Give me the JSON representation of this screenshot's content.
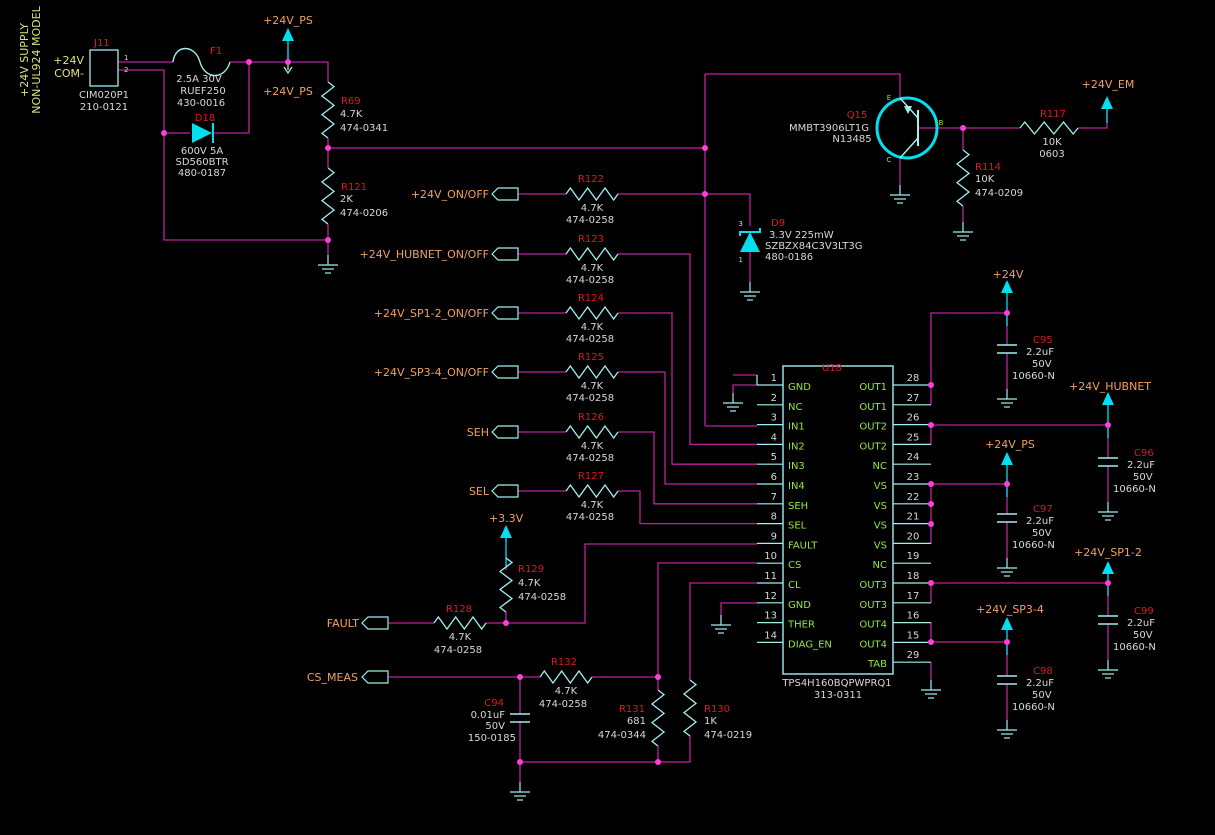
{
  "colors": {
    "background": "#000000",
    "wire": "#c020a0",
    "junction": "#ff40d8",
    "component": "#a0f0f0",
    "ref_label": "#e01818",
    "value_label": "#d8d8d8",
    "net_label": "#f0a060",
    "power_arrow": "#00e0f0",
    "pin_label": "#90e840",
    "side_note": "#e0e080"
  },
  "side_note": {
    "line1": "+24V SUPPLY",
    "line2": "NON-UL924 MODEL"
  },
  "connector": {
    "ref": "J11",
    "pin_label_1": "+24V",
    "pin_label_2": "COM-",
    "pin1": "1",
    "pin2": "2",
    "part": "CIM020P1",
    "code": "210-0121"
  },
  "fuse": {
    "ref": "F1",
    "v1": "2.5A 30V",
    "v2": "RUEF250",
    "v3": "430-0016"
  },
  "diode_d18": {
    "ref": "D18",
    "v1": "600V 5A",
    "v2": "SD560BTR",
    "v3": "480-0187"
  },
  "diode_d9": {
    "ref": "D9",
    "pin3": "3",
    "pin1": "1",
    "v1": "3.3V 225mW",
    "v2": "SZBZX84C3V3LT3G",
    "v3": "480-0186"
  },
  "transistor": {
    "ref": "Q15",
    "v1": "MMBT3906LT1G",
    "v2": "N13485",
    "e": "E",
    "b": "B",
    "c": "C"
  },
  "resistors": [
    {
      "ref": "R69",
      "value": "4.7K",
      "code": "474-0341"
    },
    {
      "ref": "R121",
      "value": "2K",
      "code": "474-0206"
    },
    {
      "ref": "R122",
      "value": "4.7K",
      "code": "474-0258"
    },
    {
      "ref": "R123",
      "value": "4.7K",
      "code": "474-0258"
    },
    {
      "ref": "R124",
      "value": "4.7K",
      "code": "474-0258"
    },
    {
      "ref": "R125",
      "value": "4.7K",
      "code": "474-0258"
    },
    {
      "ref": "R126",
      "value": "4.7K",
      "code": "474-0258"
    },
    {
      "ref": "R127",
      "value": "4.7K",
      "code": "474-0258"
    },
    {
      "ref": "R128",
      "value": "4.7K",
      "code": "474-0258"
    },
    {
      "ref": "R129",
      "value": "4.7K",
      "code": "474-0258"
    },
    {
      "ref": "R132",
      "value": "4.7K",
      "code": "474-0258"
    },
    {
      "ref": "R131",
      "value": "681",
      "code": "474-0344"
    },
    {
      "ref": "R130",
      "value": "1K",
      "code": "474-0219"
    },
    {
      "ref": "R117",
      "value": "10K",
      "code": "0603"
    },
    {
      "ref": "R114",
      "value": "10K",
      "code": "474-0209"
    }
  ],
  "capacitors": [
    {
      "ref": "C95",
      "v1": "2.2uF",
      "v2": "50V",
      "v3": "10660-N"
    },
    {
      "ref": "C96",
      "v1": "2.2uF",
      "v2": "50V",
      "v3": "10660-N"
    },
    {
      "ref": "C97",
      "v1": "2.2uF",
      "v2": "50V",
      "v3": "10660-N"
    },
    {
      "ref": "C99",
      "v1": "2.2uF",
      "v2": "50V",
      "v3": "10660-N"
    },
    {
      "ref": "C98",
      "v1": "2.2uF",
      "v2": "50V",
      "v3": "10660-N"
    },
    {
      "ref": "C94",
      "v1": "0.01uF",
      "v2": "50V",
      "v3": "150-0185"
    }
  ],
  "power_nets": [
    {
      "label": "+24V_PS"
    },
    {
      "label": "+24V_PS"
    },
    {
      "label": "+24V_EM"
    },
    {
      "label": "+24V"
    },
    {
      "label": "+24V_HUBNET"
    },
    {
      "label": "+24V_PS"
    },
    {
      "label": "+24V_SP1-2"
    },
    {
      "label": "+24V_SP3-4"
    },
    {
      "label": "+3.3V"
    }
  ],
  "ports": [
    {
      "label": "+24V_ON/OFF"
    },
    {
      "label": "+24V_HUBNET_ON/OFF"
    },
    {
      "label": "+24V_SP1-2_ON/OFF"
    },
    {
      "label": "+24V_SP3-4_ON/OFF"
    },
    {
      "label": "SEH"
    },
    {
      "label": "SEL"
    },
    {
      "label": "FAULT"
    },
    {
      "label": "CS_MEAS"
    }
  ],
  "ic": {
    "ref": "U18",
    "part": "TPS4H160BQPWPRQ1",
    "code": "313-0311",
    "left_pins": [
      {
        "num": "1",
        "name": "GND"
      },
      {
        "num": "2",
        "name": "NC"
      },
      {
        "num": "3",
        "name": "IN1"
      },
      {
        "num": "4",
        "name": "IN2"
      },
      {
        "num": "5",
        "name": "IN3"
      },
      {
        "num": "6",
        "name": "IN4"
      },
      {
        "num": "7",
        "name": "SEH"
      },
      {
        "num": "8",
        "name": "SEL"
      },
      {
        "num": "9",
        "name": "FAULT"
      },
      {
        "num": "10",
        "name": "CS"
      },
      {
        "num": "11",
        "name": "CL"
      },
      {
        "num": "12",
        "name": "GND"
      },
      {
        "num": "13",
        "name": "THER"
      },
      {
        "num": "14",
        "name": "DIAG_EN"
      }
    ],
    "right_pins": [
      {
        "num": "28",
        "name": "OUT1"
      },
      {
        "num": "27",
        "name": "OUT1"
      },
      {
        "num": "26",
        "name": "OUT2"
      },
      {
        "num": "25",
        "name": "OUT2"
      },
      {
        "num": "24",
        "name": "NC"
      },
      {
        "num": "23",
        "name": "VS"
      },
      {
        "num": "22",
        "name": "VS"
      },
      {
        "num": "21",
        "name": "VS"
      },
      {
        "num": "20",
        "name": "VS"
      },
      {
        "num": "19",
        "name": "NC"
      },
      {
        "num": "18",
        "name": "OUT3"
      },
      {
        "num": "17",
        "name": "OUT3"
      },
      {
        "num": "16",
        "name": "OUT4"
      },
      {
        "num": "15",
        "name": "OUT4"
      },
      {
        "num": "29",
        "name": "TAB"
      }
    ]
  }
}
